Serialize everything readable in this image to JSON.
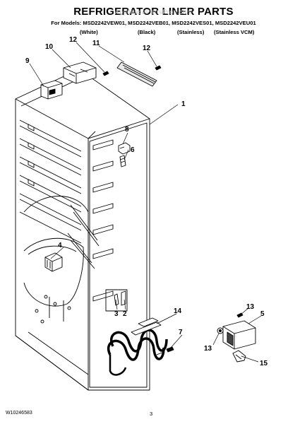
{
  "header": {
    "title": "REFRIGERATOR LINER PARTS",
    "watermark": "AppliancePartsPros.com",
    "models_line": "For Models: MSD2242VEW01, MSD2242VEB01, MSD2242VES01, MSD2242VEU01",
    "variants": [
      "(White)",
      "(Black)",
      "(Stainless)",
      "(Stainless VCM)"
    ]
  },
  "callouts": {
    "c1": "1",
    "c2": "2",
    "c3": "3",
    "c4": "4",
    "c5": "5",
    "c6": "6",
    "c7": "7",
    "c8": "8",
    "c9": "9",
    "c10": "10",
    "c11": "11",
    "c12a": "12",
    "c12b": "12",
    "c13a": "13",
    "c13b": "13",
    "c14": "14",
    "c15": "15"
  },
  "footer": {
    "doc_number": "W10246583",
    "page_number": "3"
  }
}
